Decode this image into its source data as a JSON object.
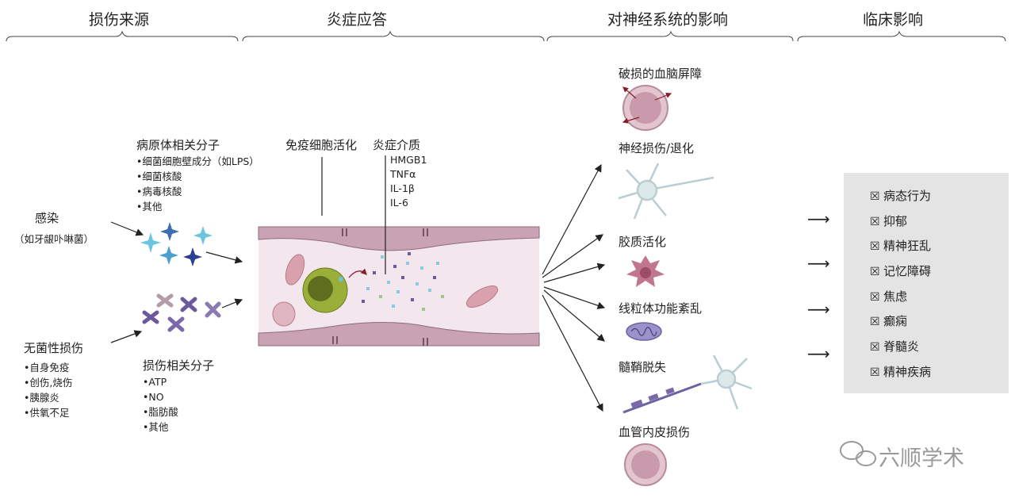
{
  "headers": [
    "损伤来源",
    "炎症应答",
    "对神经系统的影响",
    "临床影响"
  ],
  "sources": {
    "infection_title": "感染",
    "infection_sub": "（如牙龈卟啉菌）",
    "pamp_title": "病原体相关分子",
    "pamp_items": [
      "细菌细胞壁成分（如LPS）",
      "细菌核酸",
      "病毒核酸",
      "其他"
    ],
    "sterile_title": "无菌性损伤",
    "sterile_items": [
      "自身免疫",
      "创伤,烧伤",
      "胰腺炎",
      "供氧不足"
    ],
    "damp_title": "损伤相关分子",
    "damp_items": [
      "ATP",
      "NO",
      "脂肪酸",
      "其他"
    ]
  },
  "inflammation": {
    "immune_label": "免疫细胞活化",
    "mediator_title": "炎症介质",
    "mediators": [
      "HMGB1",
      "TNFα",
      "IL-1β",
      "IL-6"
    ]
  },
  "nervous_effects": [
    "破损的血脑屏障",
    "神经损伤/退化",
    "胶质活化",
    "线粒体功能紊乱",
    "髓鞘脱失",
    "血管内皮损伤"
  ],
  "clinical": [
    "病态行为",
    "抑郁",
    "精神狂乱",
    "记忆障碍",
    "焦虑",
    "癫痫",
    "脊髓炎",
    "精神疾病"
  ],
  "watermark": "六顺学术",
  "colors": {
    "vessel": "#c9a3b4",
    "vessel_inner": "#f3e6ec",
    "cell_green": "#9aae3a",
    "pamp_light": "#6cc5df",
    "pamp_dark": "#2b3f93",
    "damp": "#7a68a8"
  }
}
